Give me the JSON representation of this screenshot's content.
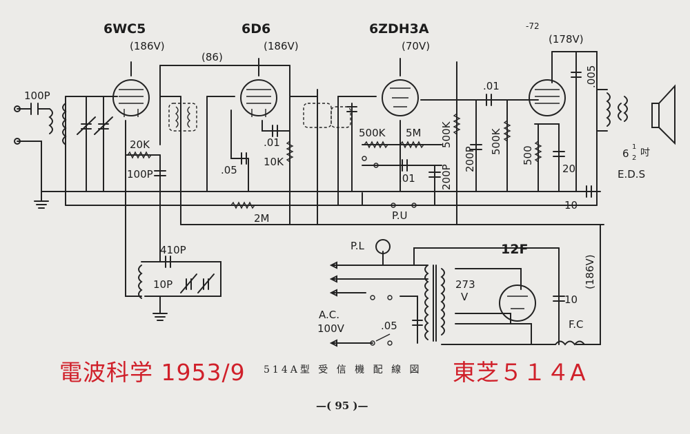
{
  "tubes": {
    "t1": {
      "name": "6WC5",
      "voltage": "(186V)"
    },
    "t2": {
      "name": "6D6",
      "voltage": "(186V)"
    },
    "t3": {
      "name": "6ZDH3A",
      "voltage": "(70V)"
    },
    "t4": {
      "voltage": "(178V)"
    },
    "rect": {
      "name": "12F"
    }
  },
  "labels": {
    "v86": "(86)",
    "c100p_in": "100P",
    "r20k": "20K",
    "c100p_2": "100P",
    "c05_a": ".05",
    "c01_a": ".01",
    "r10k": "10K",
    "r500k_a": "500K",
    "r5m": "5M",
    "c01_b": ".01",
    "c200p_a": "200P",
    "r500k_b": "500K",
    "c01_c": ".01",
    "c200p_b": "200P",
    "r500k_c": "500K",
    "r500": "500",
    "c20": "20",
    "c005": ".005",
    "c10_a": "10",
    "r2m": "2M",
    "pu": "P.U",
    "c410p": "410P",
    "c10p": "10P",
    "pl": "P.L",
    "v273": "273",
    "v273_unit": "V",
    "c10_b": "10",
    "v186": "(186V)",
    "ac": "A.C.",
    "ac_volt": "100V",
    "c05_b": ".05",
    "fc": "F.C",
    "speaker_size_a": "6",
    "speaker_size_b": "1",
    "speaker_size_c": "2",
    "speaker_size_d": "吋",
    "eds": "E.D.S",
    "corner_mark": "-72"
  },
  "caption": "514A型 受 信 機 配 線 図",
  "page_number": "—(  95  )—",
  "annotation_left": "電波科学 1953/9",
  "annotation_right": "東芝５１４A",
  "colors": {
    "annotation": "#d0202a",
    "ink": "#222222",
    "paper": "#ecebe8"
  }
}
